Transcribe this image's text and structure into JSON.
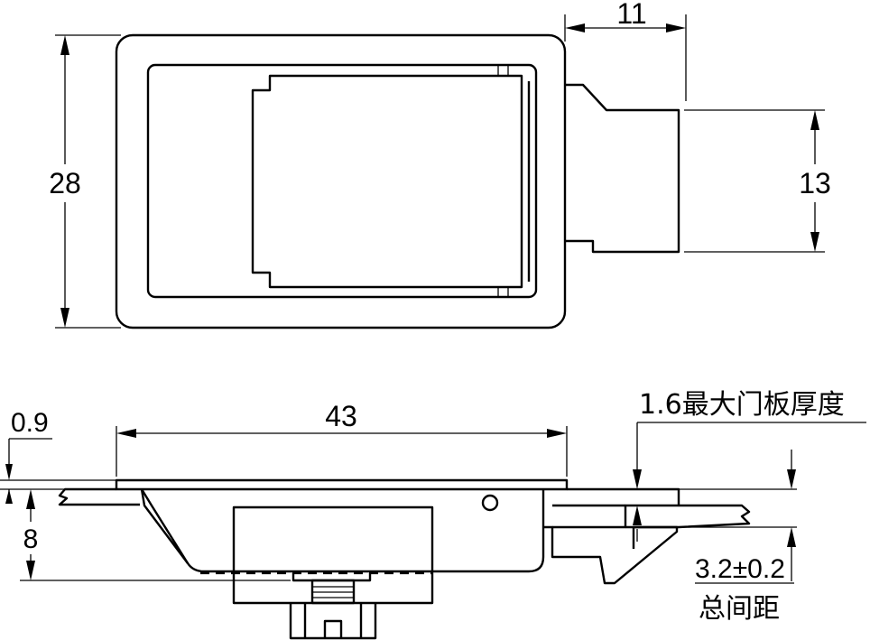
{
  "dimensions": {
    "top_width": "11",
    "overall_height": "28",
    "side_height": "13",
    "overall_length": "43",
    "flange_thickness": "0.9",
    "body_depth": "8",
    "door_thickness": "1.6最大门板厚度",
    "total_gap_value": "3.2±0.2",
    "total_gap_label": "总间距"
  }
}
